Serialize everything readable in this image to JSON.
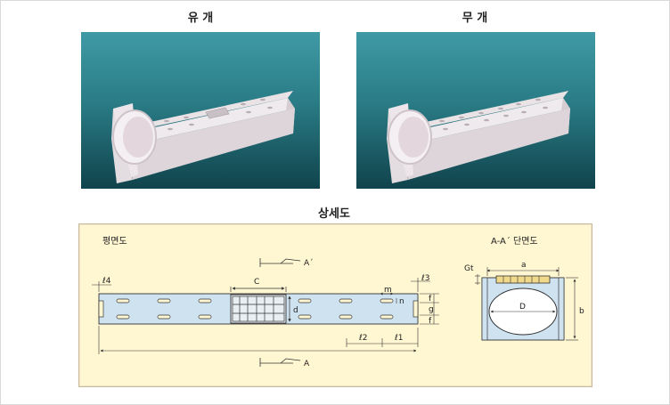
{
  "captions": {
    "with_cover": "유 개",
    "without_cover": "무 개",
    "detail": "상세도"
  },
  "drawing": {
    "plan_title": "평면도",
    "section_title": "A-A´ 단면도",
    "labels": {
      "a_top": "A´",
      "a_bottom": "A",
      "c": "C",
      "d": "d",
      "m": "m",
      "n": "n",
      "f1": "f",
      "g": "g",
      "f2": "f",
      "l1": "ℓ1",
      "l2": "ℓ2",
      "l3": "ℓ3",
      "l4": "ℓ4",
      "gt": "Gt",
      "a": "a",
      "b": "b",
      "D": "D"
    }
  },
  "colors": {
    "photo_top": "#3f9aa5",
    "photo_bottom": "#10434c",
    "drawing_bg": "#fff6d2",
    "channel_fill": "#cfe2f0"
  }
}
